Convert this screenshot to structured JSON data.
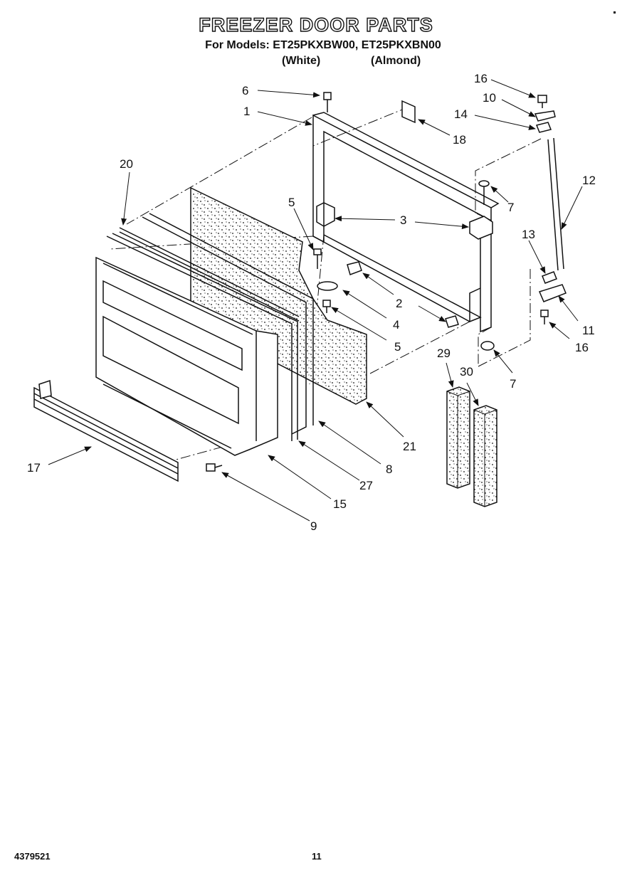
{
  "header": {
    "title": "FREEZER DOOR PARTS",
    "models_line": "For Models: ET25PKXBW00, ET25PKXBN00",
    "variants": [
      "(White)",
      "(Almond)"
    ]
  },
  "callouts": [
    {
      "id": "c6",
      "text": "6"
    },
    {
      "id": "c1",
      "text": "1"
    },
    {
      "id": "c18",
      "text": "18"
    },
    {
      "id": "c16a",
      "text": "16"
    },
    {
      "id": "c10",
      "text": "10"
    },
    {
      "id": "c14",
      "text": "14"
    },
    {
      "id": "c20",
      "text": "20"
    },
    {
      "id": "c7a",
      "text": "7"
    },
    {
      "id": "c12",
      "text": "12"
    },
    {
      "id": "c5a",
      "text": "5"
    },
    {
      "id": "c3",
      "text": "3"
    },
    {
      "id": "c13",
      "text": "13"
    },
    {
      "id": "c2",
      "text": "2"
    },
    {
      "id": "c4",
      "text": "4"
    },
    {
      "id": "c5b",
      "text": "5"
    },
    {
      "id": "c11",
      "text": "11"
    },
    {
      "id": "c16b",
      "text": "16"
    },
    {
      "id": "c29",
      "text": "29"
    },
    {
      "id": "c30",
      "text": "30"
    },
    {
      "id": "c7b",
      "text": "7"
    },
    {
      "id": "c21",
      "text": "21"
    },
    {
      "id": "c17",
      "text": "17"
    },
    {
      "id": "c8",
      "text": "8"
    },
    {
      "id": "c27",
      "text": "27"
    },
    {
      "id": "c15",
      "text": "15"
    },
    {
      "id": "c9",
      "text": "9"
    }
  ],
  "footer": {
    "doc_number": "4379521",
    "page_number": "11"
  }
}
